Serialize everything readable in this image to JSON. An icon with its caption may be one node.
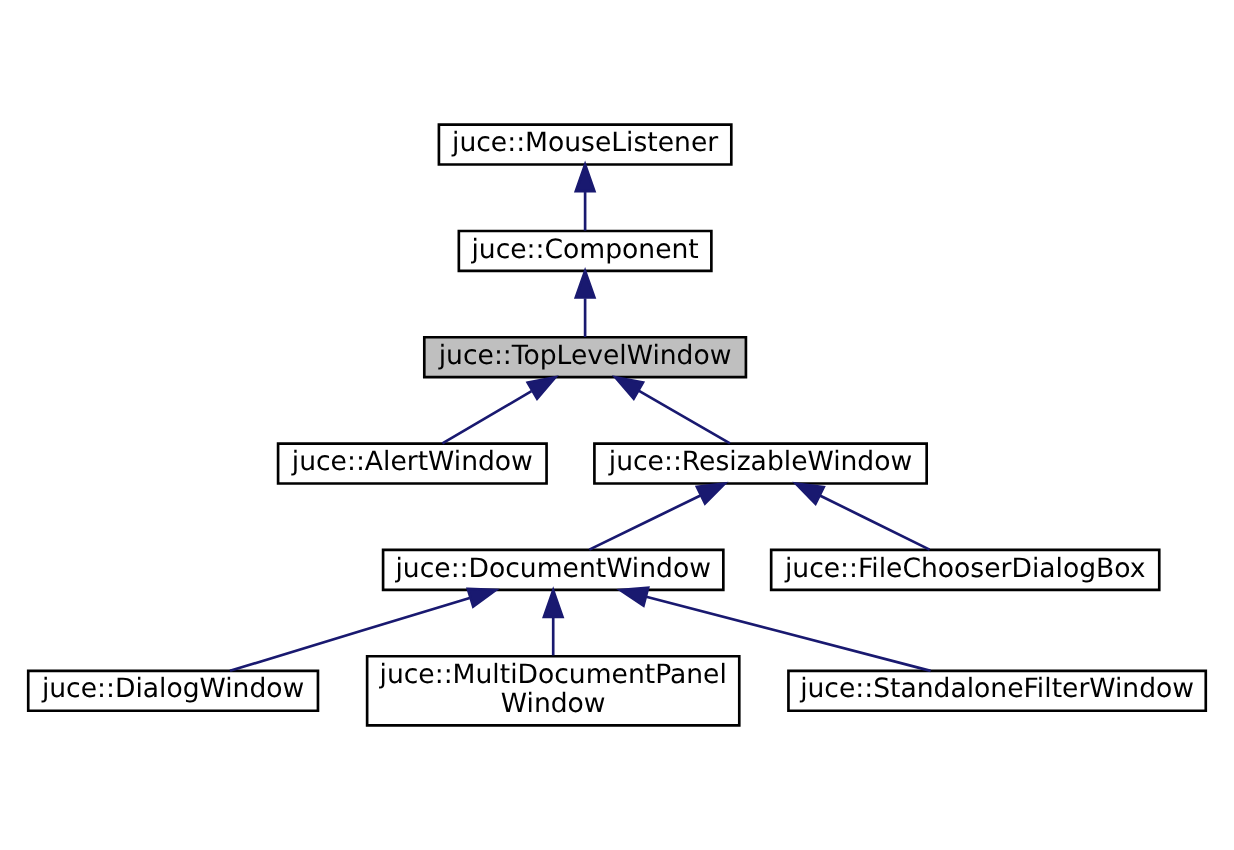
{
  "diagram": {
    "nodes": [
      {
        "text": [
          "juce::MouseListener"
        ]
      },
      {
        "text": [
          "juce::Component"
        ]
      },
      {
        "text": [
          "juce::TopLevelWindow"
        ]
      },
      {
        "text": [
          "juce::AlertWindow"
        ]
      },
      {
        "text": [
          "juce::ResizableWindow"
        ]
      },
      {
        "text": [
          "juce::DocumentWindow"
        ]
      },
      {
        "text": [
          "juce::FileChooserDialogBox"
        ]
      },
      {
        "text": [
          "juce::DialogWindow"
        ]
      },
      {
        "text": [
          "juce::MultiDocumentPanel Window"
        ]
      },
      {
        "text": [
          "juce::StandaloneFilterWindow"
        ]
      }
    ],
    "edges": [
      {
        "from": 1,
        "to": 0,
        "arrow": "to"
      },
      {
        "from": 2,
        "to": 1,
        "arrow": "to"
      },
      {
        "from": 3,
        "to": 2,
        "arrow": "to"
      },
      {
        "from": 4,
        "to": 2,
        "arrow": "to"
      },
      {
        "from": 5,
        "to": 4,
        "arrow": "to"
      },
      {
        "from": 6,
        "to": 4,
        "arrow": "to"
      },
      {
        "from": 7,
        "to": 5,
        "arrow": "to"
      },
      {
        "from": 8,
        "to": 5,
        "arrow": "to"
      },
      {
        "from": 9,
        "to": 5,
        "arrow": "to"
      }
    ]
  }
}
